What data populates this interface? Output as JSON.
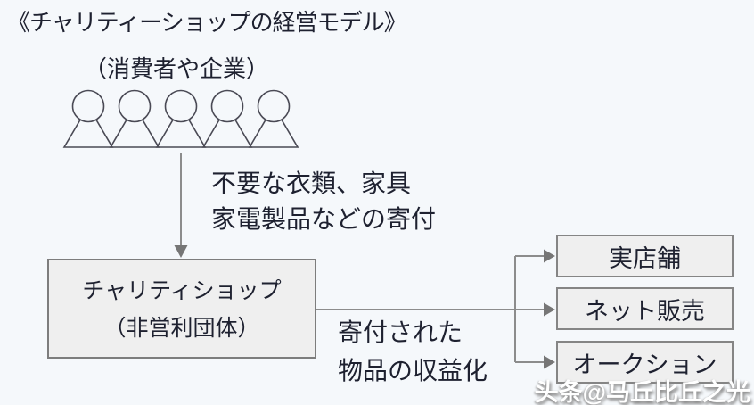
{
  "title": "《チャリティーショップの経営モデル》",
  "donors": {
    "label": "（消費者や企業）",
    "person_count": 5
  },
  "flow_donation": {
    "line1": "不要な衣類、家具",
    "line2": "家電製品などの寄付"
  },
  "charity_box": {
    "line1": "チャリティショップ",
    "line2": "（非営利団体）"
  },
  "flow_monetization": {
    "line1": "寄付された",
    "line2": "物品の収益化"
  },
  "channels": [
    "実店舗",
    "ネット販売",
    "オークション"
  ],
  "watermark": "头条@马丘比丘之光",
  "colors": {
    "background": "#f5f8fb",
    "box_fill": "#efefef",
    "box_border": "#7d7d7d",
    "connector": "#8c8c8c",
    "arrowhead": "#767676",
    "text": "#1e2130",
    "person_outline": "#4a4a55",
    "watermark_text": "#ffffff",
    "watermark_shadow": "#8a8a8a"
  }
}
